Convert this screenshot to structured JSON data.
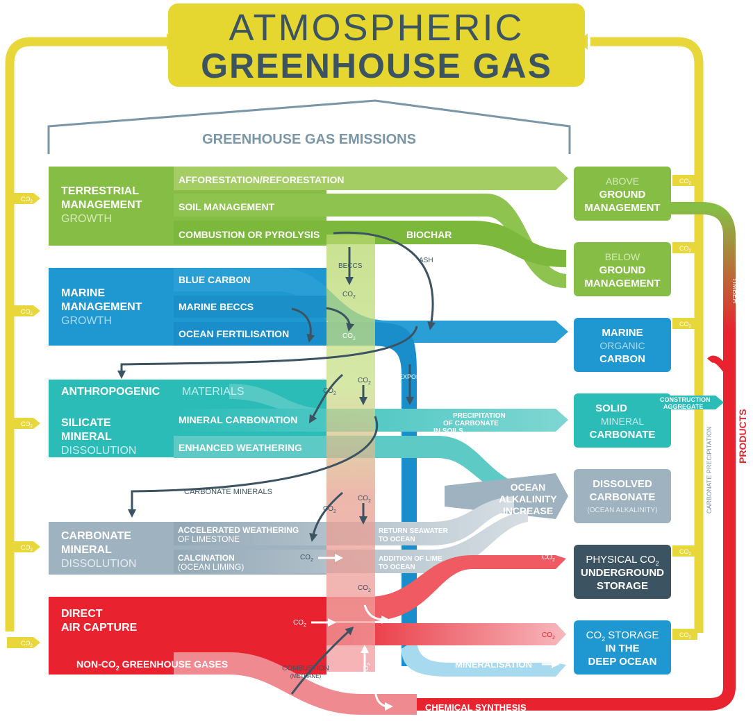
{
  "title": {
    "line1": "ATMOSPHERIC",
    "line2": "GREENHOUSE GAS"
  },
  "emissions_label": "GREENHOUSE GAS EMISSIONS",
  "colors": {
    "yellow": "#e8d73a",
    "green": "#86bd45",
    "blue": "#1f98d2",
    "teal": "#2bbcb8",
    "gray": "#9fb2bf",
    "red": "#e8232f",
    "navy": "#3c5362",
    "slate": "#7b96a6"
  },
  "sources": {
    "terrestrial": {
      "title": "TERRESTRIAL MANAGEMENT",
      "sub": "GROWTH",
      "rows": [
        "AFFORESTATION/REFORESTATION",
        "SOIL MANAGEMENT",
        "COMBUSTION OR PYROLYSIS"
      ],
      "biochar": "BIOCHAR"
    },
    "marine": {
      "title": "MARINE MANAGEMENT",
      "sub": "GROWTH",
      "rows": [
        "BLUE CARBON",
        "MARINE BECCS",
        "OCEAN FERTILISATION"
      ]
    },
    "anthropogenic": {
      "title": "ANTHROPOGENIC",
      "sub": "MATERIALS"
    },
    "silicate": {
      "title": "SILICATE MINERAL",
      "sub": "DISSOLUTION",
      "rows": [
        "MINERAL CARBONATION",
        "ENHANCED WEATHERING"
      ]
    },
    "carbonate": {
      "title": "CARBONATE MINERAL",
      "sub": "DISSOLUTION",
      "rows": [
        {
          "main": "ACCELERATED WEATHERING",
          "sub": "OF LIMESTONE"
        },
        {
          "main": "CALCINATION",
          "sub": "(OCEAN LIMING)"
        }
      ]
    },
    "dac": {
      "title": "DIRECT AIR CAPTURE",
      "non_co2_pre": "NON-CO",
      "non_co2_sub": "2",
      "non_co2_post": " GREENHOUSE GASES"
    }
  },
  "sinks": {
    "above": {
      "l1": "ABOVE",
      "l2": "GROUND",
      "l3": "MANAGEMENT"
    },
    "below": {
      "l1": "BELOW",
      "l2": "GROUND",
      "l3": "MANAGEMENT"
    },
    "marine_organic": {
      "l1": "MARINE",
      "l2": "ORGANIC",
      "l3": "CARBON"
    },
    "solid": {
      "l1": "SOLID",
      "l2": "MINERAL",
      "l3": "CARBONATE"
    },
    "dissolved": {
      "l1": "DISSOLVED",
      "l2": "CARBONATE",
      "l3": "(OCEAN ALKALINITY)"
    },
    "physical": {
      "l1a": "PHYSICAL CO",
      "l1sub": "2",
      "l2": "UNDERGROUND",
      "l3": "STORAGE"
    },
    "deep": {
      "l1a": "CO",
      "l1sub": "2",
      "l1b": " STORAGE",
      "l2": "IN THE",
      "l3": "DEEP OCEAN"
    }
  },
  "labels": {
    "beccs": "BECCS",
    "ash": "ASH",
    "co": "CO",
    "sub2": "2",
    "export": "EXPORT",
    "precip1": "PRECIPITATION",
    "precip2": "OF CARBONATE",
    "precip3": "IN SOILS",
    "carbonate_minerals": "CARBONATE MINERALS",
    "ocean_alk1": "OCEAN",
    "ocean_alk2": "ALKALINITY",
    "ocean_alk3": "INCREASE",
    "return1": "RETURN SEAWATER",
    "return2": "TO OCEAN",
    "lime1": "ADDITION OF LIME",
    "lime2": "TO OCEAN",
    "combustion1": "COMBUSTION",
    "combustion2": "(METHANE)",
    "mineralisation": "MINERALISATION",
    "chemical": "CHEMICAL SYNTHESIS",
    "construction1": "CONSTRUCTION",
    "construction2": "AGGREGATE",
    "timber": "TIMBER",
    "products": "PRODUCTS",
    "carbonate_precip": "CARBONATE PRECIPITATION"
  }
}
